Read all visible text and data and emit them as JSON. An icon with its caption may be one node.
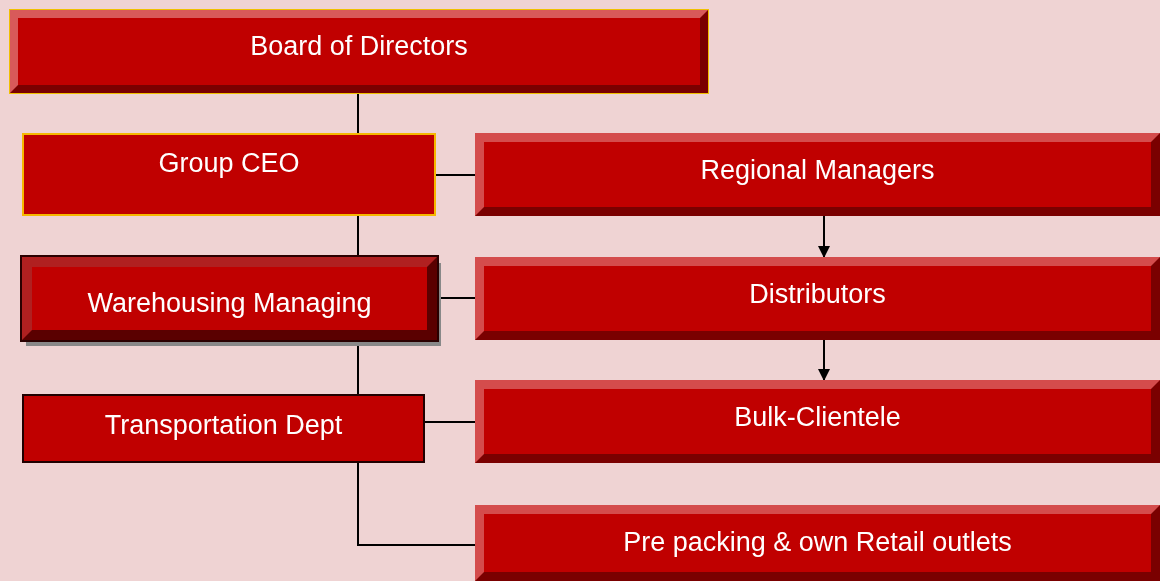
{
  "diagram": {
    "nodes": [
      {
        "text": [
          "Board of Directors"
        ]
      },
      {
        "text": [
          "Group CEO"
        ]
      },
      {
        "text": [
          "Regional Managers"
        ]
      },
      {
        "text": [
          "Warehousing Managing"
        ]
      },
      {
        "text": [
          "Distributors"
        ]
      },
      {
        "text": [
          "Transportation Dept"
        ]
      },
      {
        "text": [
          "Bulk-Clientele"
        ]
      },
      {
        "text": [
          "Pre packing & own Retail outlets"
        ]
      }
    ],
    "edges": [
      {
        "from": 0,
        "to": 1,
        "arrow": "none"
      },
      {
        "from": 1,
        "to": 2,
        "arrow": "none"
      },
      {
        "from": 1,
        "to": 3,
        "arrow": "none"
      },
      {
        "from": 2,
        "to": 4,
        "arrow": "to"
      },
      {
        "from": 3,
        "to": 4,
        "arrow": "none"
      },
      {
        "from": 3,
        "to": 5,
        "arrow": "none"
      },
      {
        "from": 4,
        "to": 6,
        "arrow": "to"
      },
      {
        "from": 5,
        "to": 6,
        "arrow": "none"
      },
      {
        "from": 5,
        "to": 7,
        "arrow": "none"
      }
    ]
  }
}
